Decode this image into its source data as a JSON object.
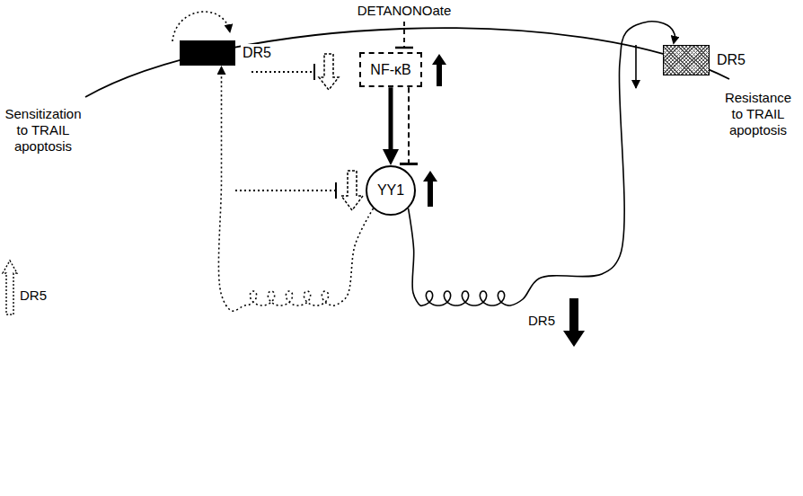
{
  "diagram": {
    "nodes": [
      {
        "text": [
          "DR5"
        ]
      },
      {
        "text": [
          "NF-κB"
        ]
      },
      {
        "text": [
          "DR5"
        ]
      },
      {
        "text": [
          "YY1"
        ]
      }
    ],
    "edges": [
      {
        "from": 1,
        "to": 3,
        "arrow": "to"
      },
      {
        "from": 1,
        "to": 3,
        "arrow": "to"
      },
      {
        "from": 3,
        "to": 0,
        "arrow": "to"
      },
      {
        "from": 3,
        "to": 2,
        "arrow": "to"
      }
    ],
    "labels": [
      "DETANONOate",
      "Sensitization to TRAIL apoptosis",
      "Resistance to TRAIL apoptosis",
      "DR5",
      "DR5"
    ]
  }
}
